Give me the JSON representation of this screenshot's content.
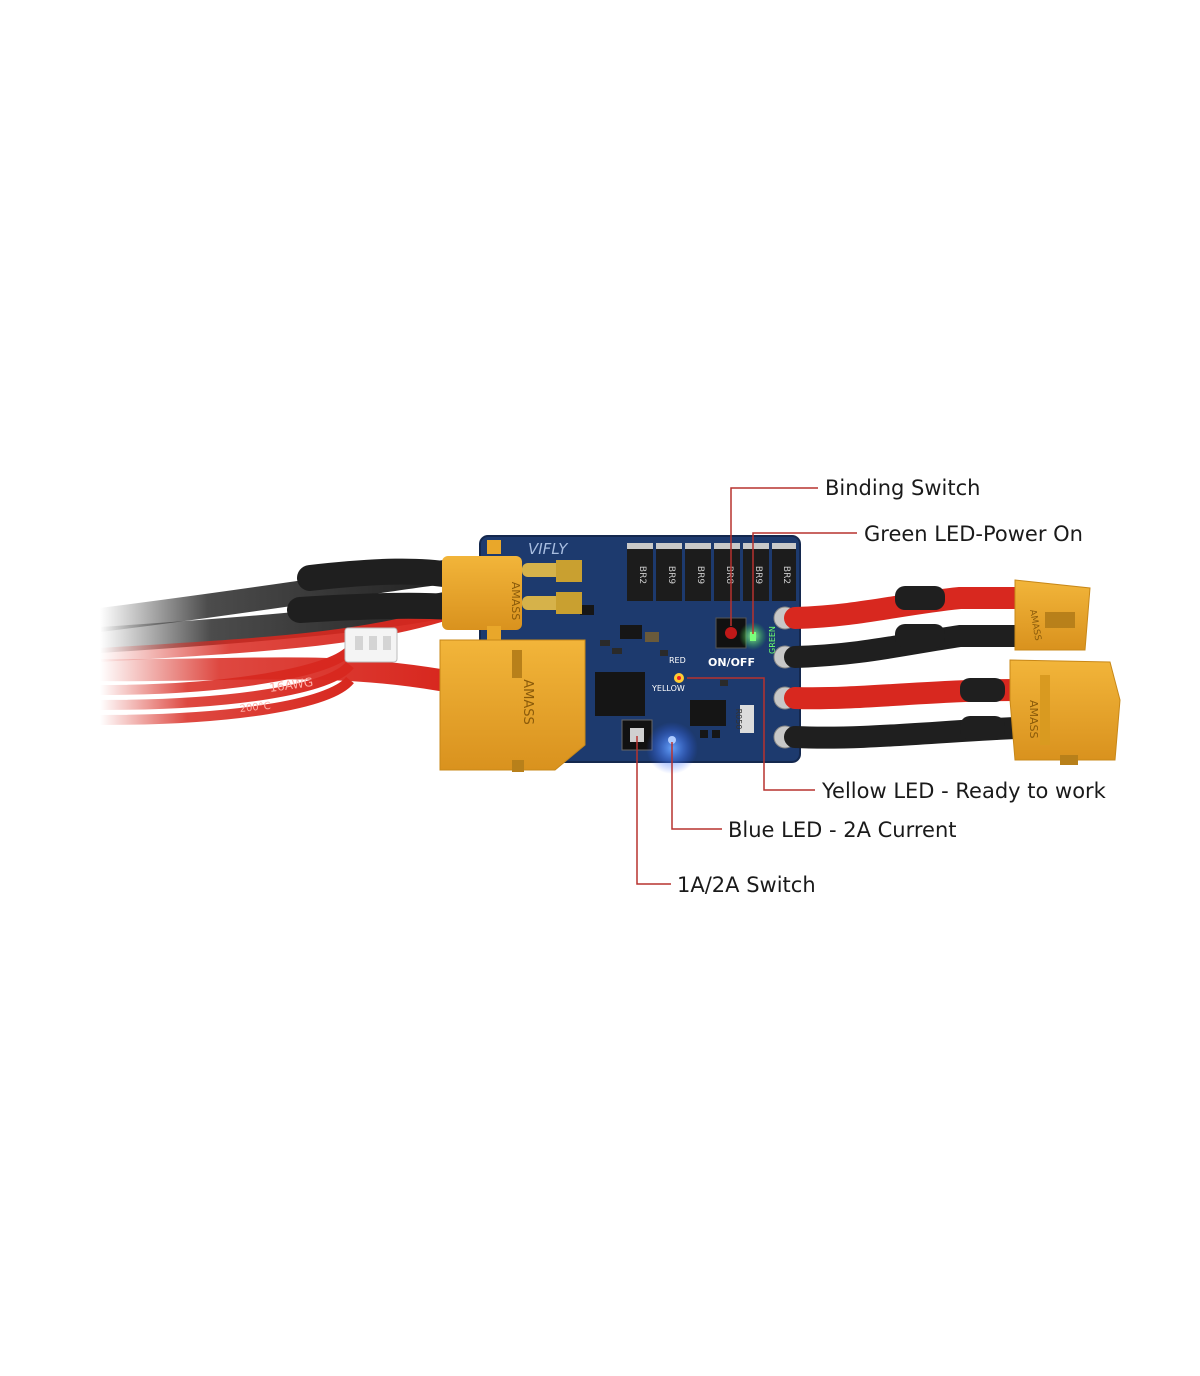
{
  "board": {
    "brand": "VIFLY",
    "onoff_label": "ON/OFF",
    "red_label": "RED",
    "yellow_label": "YELLOW",
    "green_label": "GREEN",
    "resistor_label": "R050",
    "component_labels": [
      "BR2",
      "BR9",
      "BR9",
      "BR8",
      "BR9",
      "BR2"
    ],
    "wire_gauge_label": "16AWG",
    "temp_label": "200°C",
    "connector_brand": "AMASS"
  },
  "callouts": {
    "binding_switch": "Binding Switch",
    "green_led": "Green LED-Power On",
    "yellow_led": "Yellow LED - Ready to work",
    "blue_led": "Blue LED - 2A Current",
    "switch_1a2a": "1A/2A Switch"
  },
  "colors": {
    "callout_line": "#b7322f",
    "pcb": "#1d3a6e",
    "connector": "#e9a72a",
    "wire_red": "#d8281f",
    "wire_black": "#1f1f1f"
  }
}
